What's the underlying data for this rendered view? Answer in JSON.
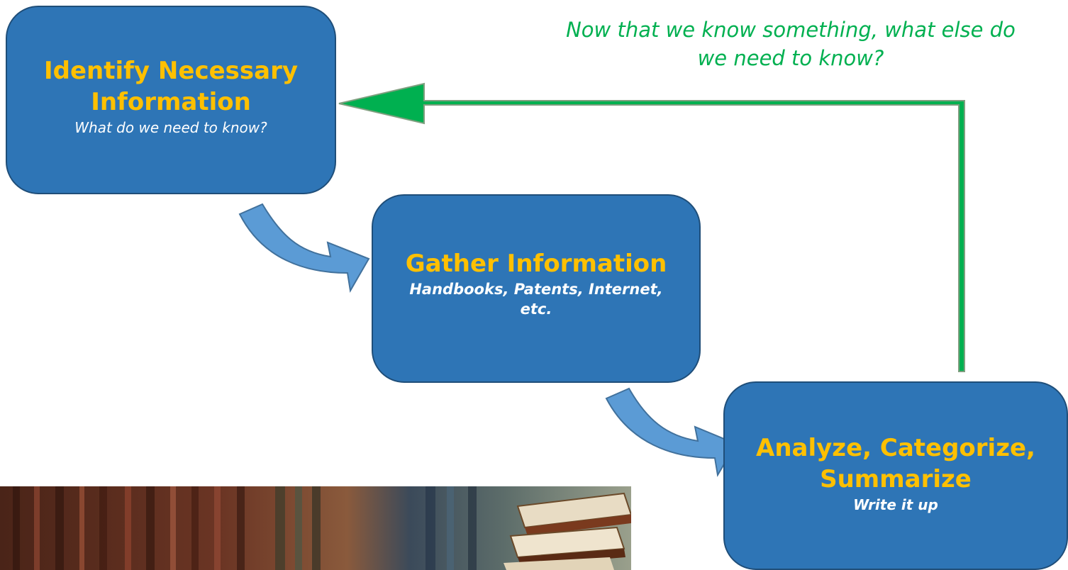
{
  "steps": [
    {
      "title": "Identify Necessary Information",
      "subtitle": "What do we need to know?"
    },
    {
      "title": "Gather Information",
      "subtitle": "Handbooks, Patents, Internet, etc."
    },
    {
      "title": "Analyze, Categorize, Summarize",
      "subtitle": "Write it up"
    }
  ],
  "feedback": {
    "label": "Now that we know something, what else do we need to know?"
  },
  "colors": {
    "box_fill": "#2e75b6",
    "title_text": "#ffc000",
    "subtitle_text": "#ffffff",
    "feedback_arrow": "#00b050",
    "step_arrow": "#5b9bd5"
  },
  "image": {
    "subject": "library bookshelf and stacked books"
  }
}
